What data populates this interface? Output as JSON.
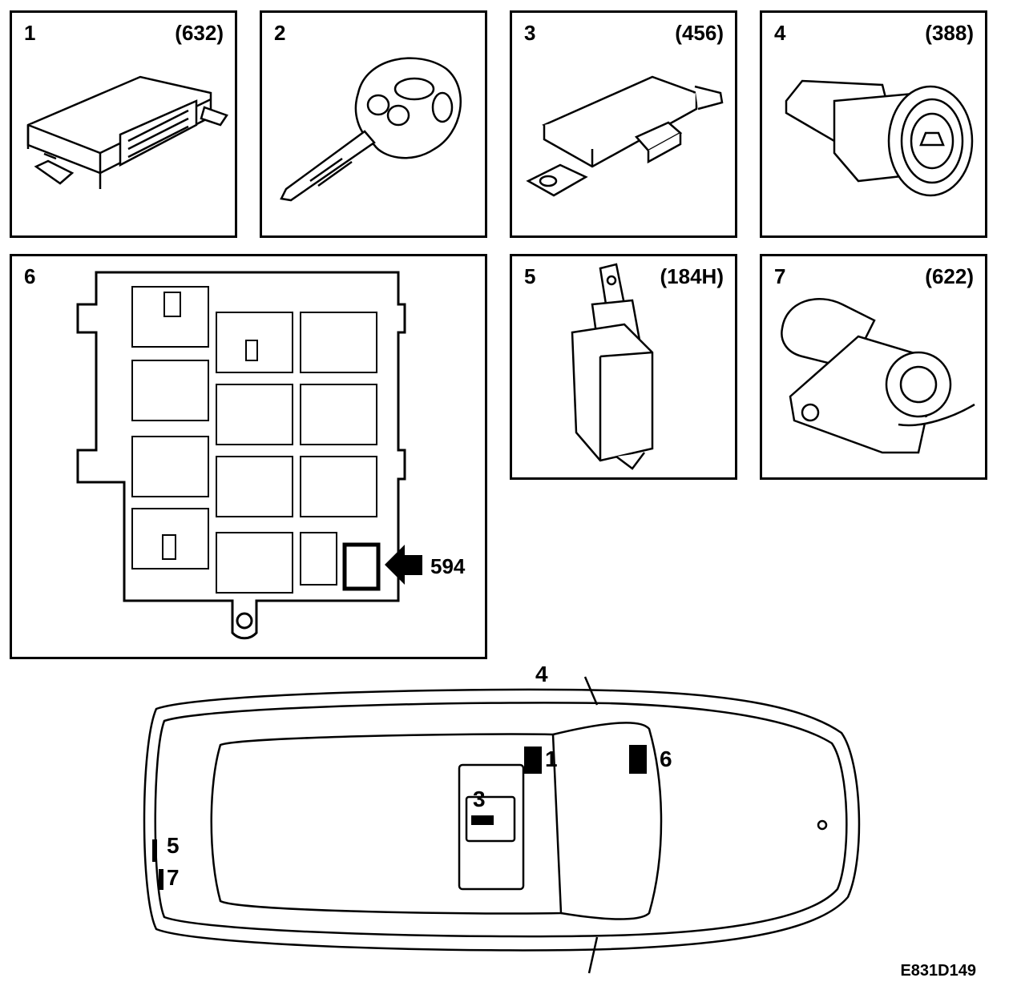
{
  "panels": [
    {
      "id": "1",
      "code": "(632)",
      "component": "control-module"
    },
    {
      "id": "2",
      "code": "",
      "component": "remote-key"
    },
    {
      "id": "3",
      "code": "(456)",
      "component": "antenna-module"
    },
    {
      "id": "4",
      "code": "(388)",
      "component": "trunk-switch"
    },
    {
      "id": "6",
      "code": "",
      "component": "relay-box",
      "callout": "594"
    },
    {
      "id": "5",
      "code": "(184H)",
      "component": "lock-motor"
    },
    {
      "id": "7",
      "code": "(622)",
      "component": "release-motor"
    }
  ],
  "car_labels": {
    "l4": "4",
    "l1": "1",
    "l6": "6",
    "l3": "3",
    "l5": "5",
    "l7": "7"
  },
  "figure_id": "E831D149"
}
